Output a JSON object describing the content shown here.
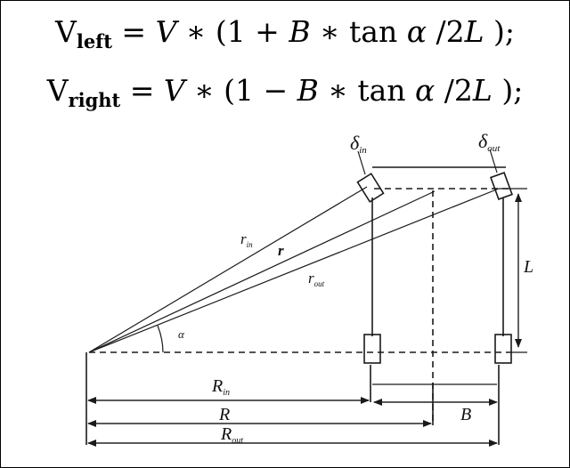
{
  "formulas": {
    "left": {
      "head": "V",
      "sub": "left",
      "body_a": " = ",
      "V": "V",
      "body_b": " ∗ (1 + ",
      "B": "B",
      "body_c": " ∗ tan ",
      "alpha": "α",
      "body_d": " /2",
      "L": "L",
      "body_e": " );"
    },
    "right": {
      "head": "V",
      "sub": "right",
      "body_a": " = ",
      "V": "V",
      "body_b": " ∗ (1 − ",
      "B": "B",
      "body_c": " ∗ tan ",
      "alpha": "α",
      "body_d": " /2",
      "L": "L",
      "body_e": " );"
    }
  },
  "diagram": {
    "labels": {
      "delta_in": "δ",
      "delta_in_sub": "in",
      "delta_out": "δ",
      "delta_out_sub": "out",
      "r_in": "r",
      "r_in_sub": "in",
      "r": "r",
      "r_out": "r",
      "r_out_sub": "out",
      "alpha": "α",
      "L": "L",
      "R_in": "R",
      "R_in_sub": "in",
      "R": "R",
      "R_out": "R",
      "R_out_sub": "out",
      "B": "B"
    }
  }
}
